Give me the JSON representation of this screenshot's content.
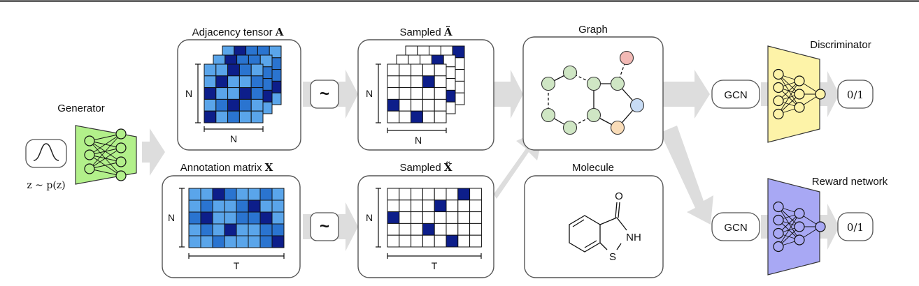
{
  "colors": {
    "light_blue": "#5aa5ea",
    "mid_blue": "#2a74d0",
    "dark_blue": "#0d1e8a",
    "generator_green": "#b2f08a",
    "discriminator_yellow": "#fdf3a8",
    "reward_purple": "#a8a8f4",
    "arrow_gray": "#dddddd",
    "node_green": "#cfe6c4",
    "node_red": "#f2b9b5",
    "node_blue": "#c8dcf5",
    "node_orange": "#f9dcb8"
  },
  "generator": {
    "label": "Generator",
    "noise_label": "z ~ p(z)"
  },
  "adjacency": {
    "title": "Adjacency tensor ",
    "title_sym": "A",
    "n_row": "N",
    "n_col": "N",
    "rows": 5,
    "cols": 5,
    "highlight": [
      [
        0,
        2
      ],
      [
        1,
        1
      ],
      [
        2,
        0
      ],
      [
        2,
        3
      ],
      [
        3,
        2
      ],
      [
        4,
        0
      ]
    ]
  },
  "annotation": {
    "title": "Annotation matrix ",
    "title_sym": "X",
    "n_row": "N",
    "n_col": "T",
    "rows": 5,
    "cols": 8,
    "highlight": [
      [
        0,
        2
      ],
      [
        1,
        5
      ],
      [
        2,
        1
      ],
      [
        2,
        6
      ],
      [
        3,
        3
      ],
      [
        4,
        7
      ]
    ]
  },
  "sample_op": "~",
  "sampled_adj": {
    "title": "Sampled ",
    "title_sym": "Ã",
    "n_row": "N",
    "n_col": "N",
    "highlight": [
      [
        1,
        3
      ],
      [
        3,
        0
      ],
      [
        4,
        2
      ]
    ]
  },
  "sampled_ann": {
    "title": "Sampled ",
    "title_sym": "X̃",
    "n_row": "N",
    "n_col": "T",
    "highlight": [
      [
        0,
        6
      ],
      [
        1,
        4
      ],
      [
        2,
        0
      ],
      [
        3,
        3
      ],
      [
        4,
        5
      ]
    ]
  },
  "graph": {
    "title": "Graph"
  },
  "molecule": {
    "title": "Molecule",
    "atom_o": "O",
    "atom_nh": "NH",
    "atom_s": "S"
  },
  "discriminator": {
    "title": "Discriminator",
    "gcn": "GCN",
    "output": "0/1"
  },
  "reward": {
    "title": "Reward network",
    "gcn": "GCN",
    "output": "0/1"
  }
}
